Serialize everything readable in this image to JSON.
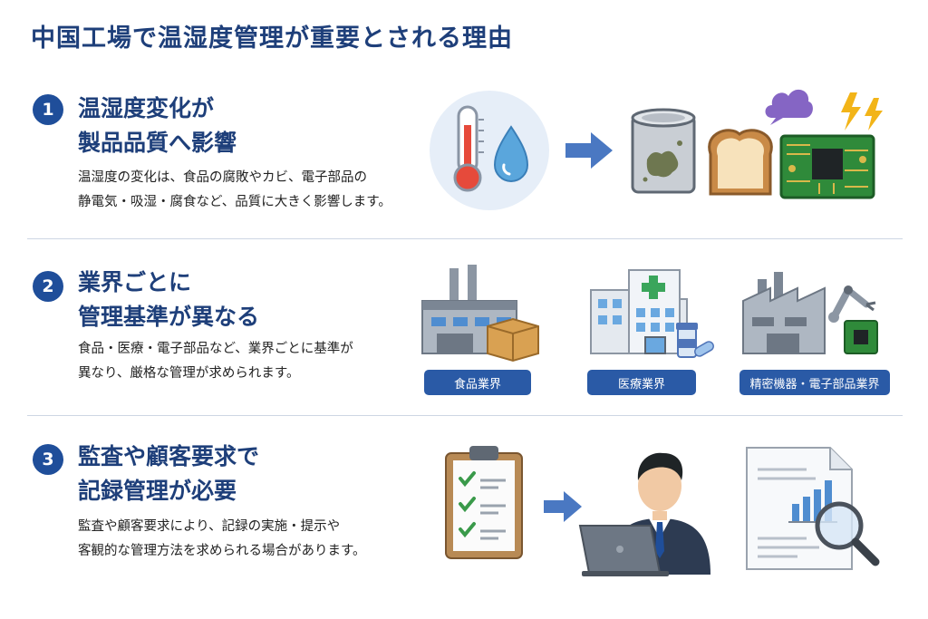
{
  "page": {
    "title": "中国工場で温湿度管理が重要とされる理由"
  },
  "sections": [
    {
      "number": "1",
      "heading_line1": "温湿度変化が",
      "heading_line2": "製品品質へ影響",
      "desc_line1": "温湿度の変化は、食品の腐敗やカビ、電子部品の",
      "desc_line2": "静電気・吸湿・腐食など、品質に大きく影響します。",
      "icons": [
        "thermometer-icon",
        "water-drop-icon",
        "arrow-right-icon",
        "moldy-can-icon",
        "bread-icon",
        "smoke-cloud-icon",
        "lightning-icon",
        "circuit-board-icon"
      ]
    },
    {
      "number": "2",
      "heading_line1": "業界ごとに",
      "heading_line2": "管理基準が異なる",
      "desc_line1": "食品・医療・電子部品など、業界ごとに基準が",
      "desc_line2": "異なり、厳格な管理が求められます。",
      "industries": [
        {
          "label": "食品業界",
          "icon": "food-factory-icon"
        },
        {
          "label": "医療業界",
          "icon": "hospital-icon"
        },
        {
          "label": "精密機器・電子部品業界",
          "icon": "electronics-factory-icon"
        }
      ]
    },
    {
      "number": "3",
      "heading_line1": "監査や顧客要求で",
      "heading_line2": "記録管理が必要",
      "desc_line1": "監査や顧客要求により、記録の実施・提示や",
      "desc_line2": "客観的な管理方法を求められる場合があります。",
      "icons": [
        "clipboard-checklist-icon",
        "arrow-right-icon",
        "businessman-laptop-icon",
        "report-magnifier-icon"
      ]
    }
  ],
  "colors": {
    "primary": "#1e3f7a",
    "badge": "#1f4e9a",
    "tag": "#2a5aa6",
    "arrow": "#4a78c2",
    "divider": "#cdd6e4"
  }
}
